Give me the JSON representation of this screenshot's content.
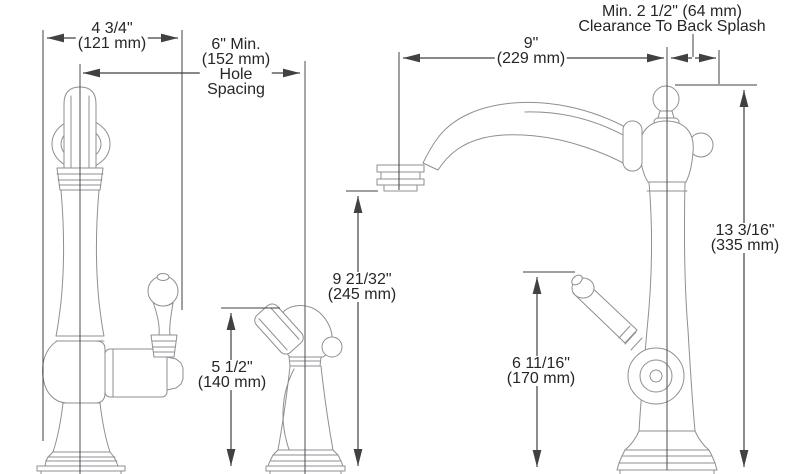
{
  "diagram": {
    "subject": "Kitchen faucet with side sprayer - installation dimension drawing",
    "views": [
      "faucet-front-view",
      "side-sprayer-view",
      "faucet-side-view"
    ],
    "colors": {
      "background": "#ffffff",
      "artwork_outline": "#8d8f92",
      "dimension_lines": "#414042",
      "text": "#262626"
    },
    "labels": {
      "faucet_width": {
        "line1": "4 3/4\"",
        "line2": "(121 mm)"
      },
      "hole_spacing": {
        "line1": "6\" Min.",
        "line2": "(152 mm)",
        "line3": "Hole",
        "line4": "Spacing"
      },
      "spout_reach": {
        "line1": "9\"",
        "line2": "(229 mm)"
      },
      "backsplash_clearance": {
        "line1": "Min. 2 1/2\" (64 mm)",
        "line2": "Clearance To Back Splash"
      },
      "spout_height": {
        "line1": "9 21/32\"",
        "line2": "(245 mm)"
      },
      "sprayer_height": {
        "line1": "5 1/2\"",
        "line2": "(140 mm)"
      },
      "handle_height": {
        "line1": "6 11/16\"",
        "line2": "(170 mm)"
      },
      "overall_height": {
        "line1": "13 3/16\"",
        "line2": "(335 mm)"
      }
    }
  }
}
